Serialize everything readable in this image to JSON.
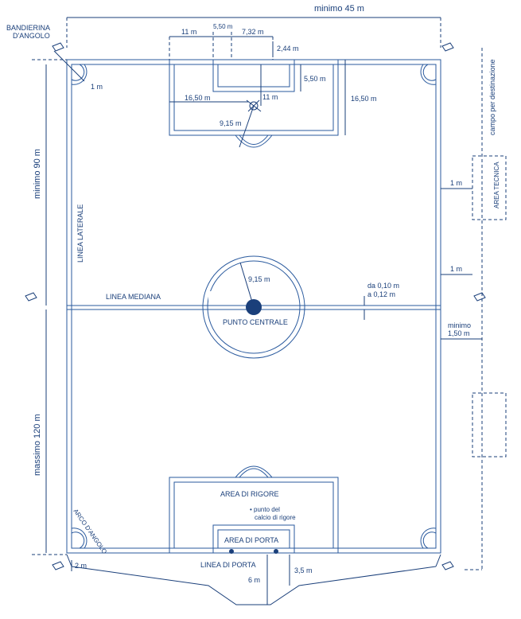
{
  "colors": {
    "line": "#2a5a9e",
    "dim": "#1a3f7a",
    "spot": "#1a3f7a"
  },
  "labels": {
    "minimo_45": "minimo 45 m",
    "bandierina_1": "BANDIERINA",
    "bandierina_2": "D'ANGOLO",
    "d11": "11 m",
    "d550a": "5,50 m",
    "d732": "7,32 m",
    "d244": "2,44 m",
    "d550b": "5,50 m",
    "d1650a": "16,50 m",
    "d11b": "11 m",
    "d1650b": "16,50 m",
    "d915a": "9,15 m",
    "d1m_corner": "1 m",
    "campo_dest": "campo per destinazione",
    "area_tecnica": "AREA TECNICA",
    "d1m_a": "1 m",
    "d1m_b": "1 m",
    "minimo_90": "minimo 90 m",
    "massimo_120": "massimo 120 m",
    "linea_laterale": "LINEA LATERALE",
    "linea_mediana": "LINEA MEDIANA",
    "d915b": "9,15 m",
    "da_010": "da 0,10 m",
    "a_012": "a  0,12 m",
    "punto_centrale": "PUNTO CENTRALE",
    "minimo_150_1": "minimo",
    "minimo_150_2": "1,50 m",
    "area_rigore": "AREA DI RIGORE",
    "punto_del": "• punto del",
    "calcio_rigore": "calcio di rigore",
    "arco_angolo": "ARCO D'ANGOLO",
    "area_porta": "AREA DI PORTA",
    "linea_porta": "LINEA DI PORTA",
    "d2m": "2 m",
    "d35": "3,5 m",
    "d6m": "6 m"
  }
}
